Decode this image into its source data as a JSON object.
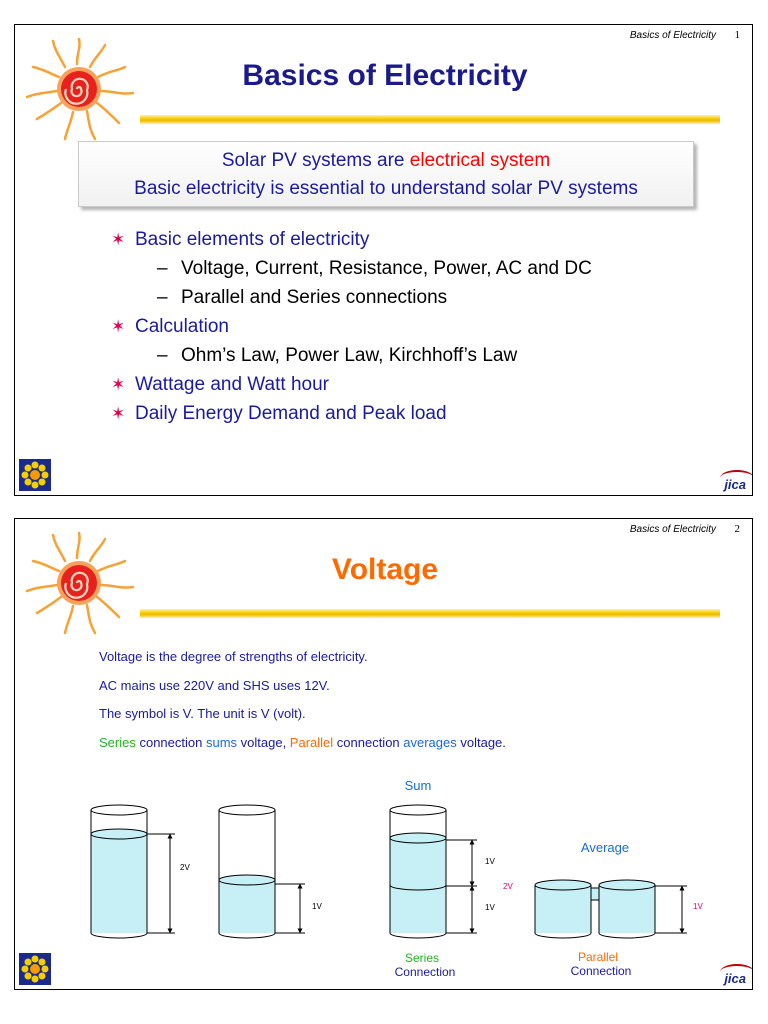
{
  "header": {
    "title": "Basics of Electricity"
  },
  "slide1": {
    "page_number": "1",
    "title": "Basics of Electricity",
    "callout": {
      "line1_prefix": "Solar PV systems are ",
      "line1_highlight": "electrical system",
      "line2": "Basic electricity is essential to understand solar PV systems"
    },
    "bullets": [
      {
        "text": "Basic elements of electricity",
        "subs": [
          "Voltage, Current, Resistance, Power, AC and DC",
          "Parallel and Series connections"
        ]
      },
      {
        "text": "Calculation",
        "subs": [
          "Ohm’s Law, Power Law, Kirchhoff’s Law"
        ]
      },
      {
        "text": "Wattage and Watt hour",
        "subs": []
      },
      {
        "text": "Daily Energy Demand and Peak load",
        "subs": []
      }
    ],
    "bullet_symbol": "✶",
    "dash_symbol": "–"
  },
  "slide2": {
    "page_number": "2",
    "title": "Voltage",
    "paragraphs": [
      "Voltage is the degree of strengths of electricity.",
      "AC mains use 220V and SHS uses 12V.",
      "The symbol is  V.  The unit is  V (volt)."
    ],
    "last_line": {
      "series": "Series",
      "t1": " connection ",
      "sums": "sums",
      "t2": " voltage, ",
      "parallel": "Parallel",
      "t3": " connection ",
      "averages": "averages",
      "t4": " voltage."
    },
    "diagram": {
      "label_sum": "Sum",
      "label_average": "Average",
      "cyl1_value": "2V",
      "cyl2_value": "1V",
      "series_top_value": "1V",
      "series_bottom_value": "1V",
      "series_total": "2V",
      "parallel_value": "1V",
      "series_caption_line1": "Series",
      "series_caption_line2": "Connection",
      "parallel_caption_line1": "Parallel",
      "parallel_caption_line2": "Connection"
    }
  },
  "logos": {
    "right": "jica"
  },
  "colors": {
    "title_blue": "#1a1a8c",
    "title_orange": "#ff6a00",
    "body_blue": "#1a1aa0",
    "highlight_red": "#ff0000",
    "bullet_star": "#e0004d",
    "water": "#c6f0f5"
  }
}
